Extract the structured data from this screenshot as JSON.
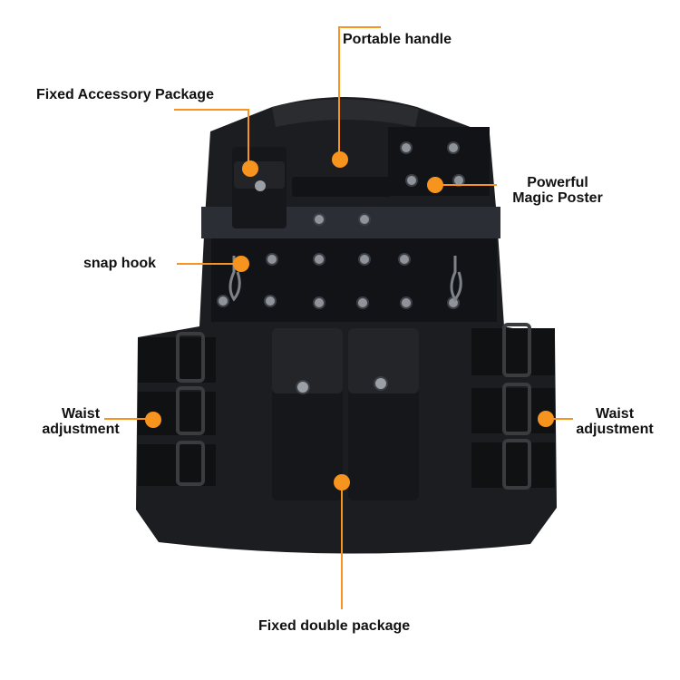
{
  "colors": {
    "accent": "#f7941d",
    "vest": "#1c1d20",
    "panel": "#121316",
    "snap": "#8f949b"
  },
  "callouts": {
    "portable_handle": "Portable handle",
    "fixed_accessory_package": "Fixed Accessory Package",
    "powerful_magic_poster_line1": "Powerful",
    "powerful_magic_poster_line2": "Magic Poster",
    "snap_hook": "snap hook",
    "waist_left_line1": "Waist",
    "waist_left_line2": "adjustment",
    "waist_right_line1": "Waist",
    "waist_right_line2": "adjustment",
    "fixed_double_package": "Fixed double package"
  },
  "icons": {
    "marker": "orange-dot-icon",
    "snap": "snap-button-icon"
  }
}
